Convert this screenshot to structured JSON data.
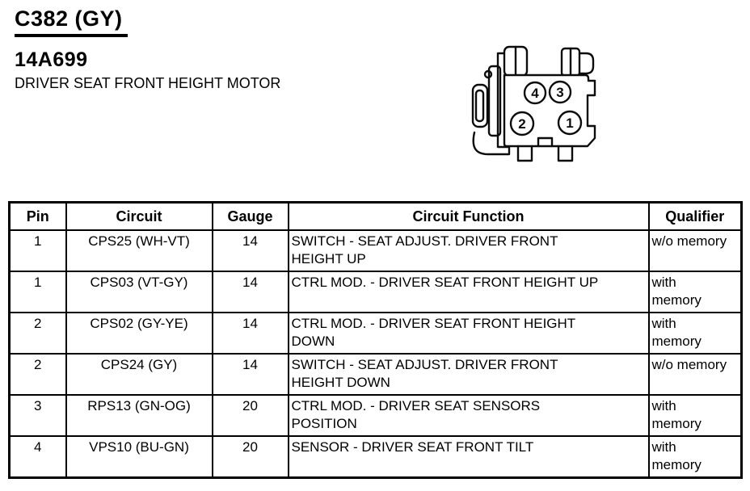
{
  "colors": {
    "ink": "#000000",
    "paper": "#ffffff"
  },
  "header": {
    "connector_id": "C382 (GY)",
    "part_number": "14A699",
    "description": "DRIVER SEAT FRONT HEIGHT MOTOR"
  },
  "connector": {
    "pins": [
      {
        "label": "4"
      },
      {
        "label": "3"
      },
      {
        "label": "2"
      },
      {
        "label": "1"
      }
    ]
  },
  "table": {
    "headers": [
      "Pin",
      "Circuit",
      "Gauge",
      "Circuit Function",
      "Qualifier"
    ],
    "rows": [
      {
        "pin": "1",
        "circuit": "CPS25 (WH-VT)",
        "gauge": "14",
        "circuit_function": "SWITCH - SEAT ADJUST. DRIVER FRONT\nHEIGHT UP",
        "qualifier": "w/o memory"
      },
      {
        "pin": "1",
        "circuit": "CPS03 (VT-GY)",
        "gauge": "14",
        "circuit_function": "CTRL MOD. - DRIVER SEAT FRONT HEIGHT UP",
        "qualifier": "with\nmemory"
      },
      {
        "pin": "2",
        "circuit": "CPS02 (GY-YE)",
        "gauge": "14",
        "circuit_function": "CTRL MOD. - DRIVER SEAT FRONT HEIGHT\nDOWN",
        "qualifier": "with\nmemory"
      },
      {
        "pin": "2",
        "circuit": "CPS24 (GY)",
        "gauge": "14",
        "circuit_function": "SWITCH - SEAT ADJUST. DRIVER FRONT\nHEIGHT DOWN",
        "qualifier": "w/o memory"
      },
      {
        "pin": "3",
        "circuit": "RPS13 (GN-OG)",
        "gauge": "20",
        "circuit_function": "CTRL MOD. - DRIVER SEAT SENSORS\nPOSITION",
        "qualifier": "with\nmemory"
      },
      {
        "pin": "4",
        "circuit": "VPS10 (BU-GN)",
        "gauge": "20",
        "circuit_function": "SENSOR - DRIVER SEAT FRONT TILT",
        "qualifier": "with\nmemory"
      }
    ]
  }
}
